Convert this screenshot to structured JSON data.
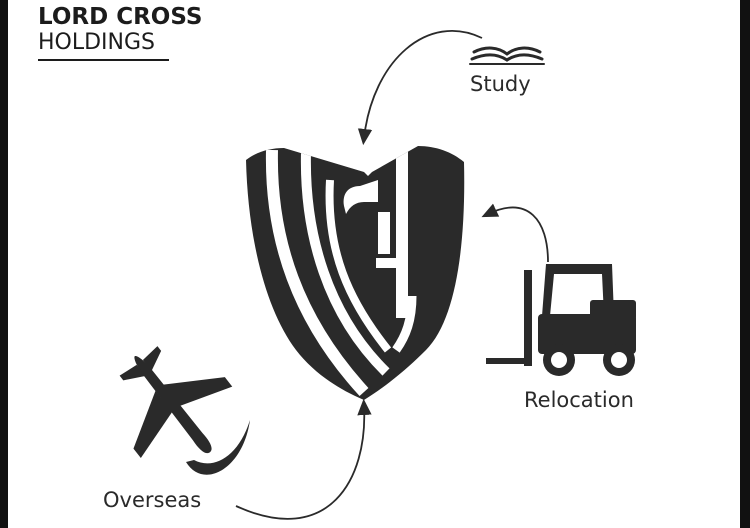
{
  "logo": {
    "line1": "LORD CROSS",
    "line2": "HOLDINGS"
  },
  "labels": {
    "study": "Study",
    "relocation": "Relocation",
    "overseas": "Overseas"
  },
  "icons": {
    "center": "shield-emblem",
    "study": "open-book-icon",
    "relocation": "forklift-icon",
    "overseas": "airplane-icon"
  },
  "colors": {
    "ink": "#2a2a2a",
    "background": "#ffffff",
    "frame": "#111111"
  }
}
